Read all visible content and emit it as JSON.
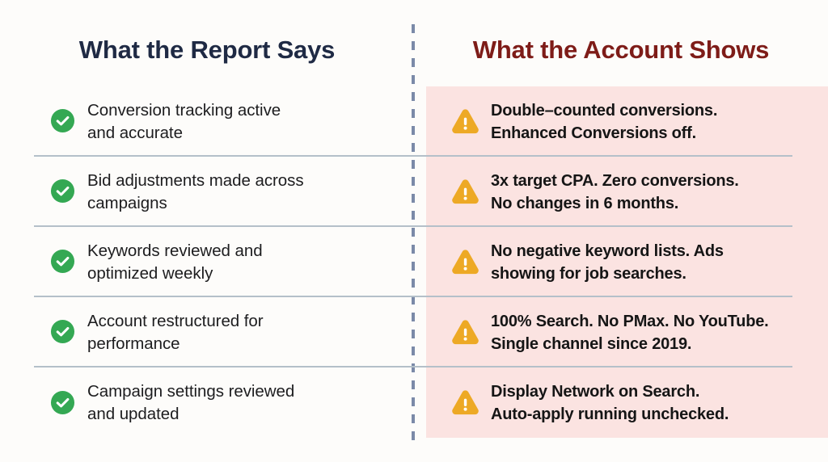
{
  "headings": {
    "left": "What the Report Says",
    "right": "What the Account Shows"
  },
  "colors": {
    "page_background": "#fdfcfa",
    "right_panel_background": "#fbe3e1",
    "heading_left": "#1f2a44",
    "heading_right": "#7e1c18",
    "check_icon": "#34a853",
    "warning_icon": "#eda925",
    "divider_dash": "#7b8aa8",
    "row_separator": "#b4c0c9"
  },
  "icons": {
    "left": "check-circle-icon",
    "right": "warning-triangle-icon"
  },
  "rows": [
    {
      "left_line1": "Conversion tracking active",
      "left_line2": "and accurate",
      "right_line1": "Double–counted conversions.",
      "right_line2": "Enhanced Conversions off."
    },
    {
      "left_line1": "Bid adjustments made across",
      "left_line2": "campaigns",
      "right_line1": "3x target CPA. Zero conversions.",
      "right_line2": "No changes in 6 months."
    },
    {
      "left_line1": "Keywords reviewed and",
      "left_line2": "optimized weekly",
      "right_line1": "No negative keyword lists. Ads",
      "right_line2": "showing for job searches."
    },
    {
      "left_line1": "Account restructured for",
      "left_line2": "performance",
      "right_line1": "100% Search. No PMax. No YouTube.",
      "right_line2": "Single channel since 2019."
    },
    {
      "left_line1": "Campaign settings reviewed",
      "left_line2": "and updated",
      "right_line1": "Display Network on Search.",
      "right_line2": "Auto-apply running unchecked."
    }
  ]
}
